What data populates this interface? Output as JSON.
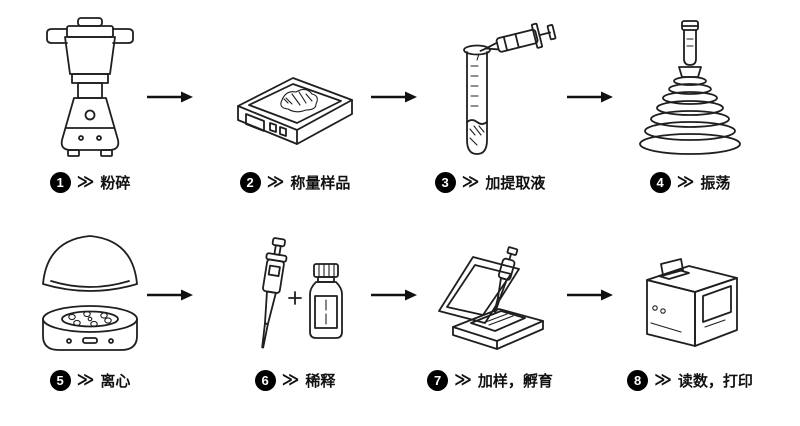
{
  "diagram": {
    "chevron": "≫",
    "steps": [
      {
        "number": "1",
        "label": "粉碎",
        "icon": "grinder"
      },
      {
        "number": "2",
        "label": "称量样品",
        "icon": "digital-scale"
      },
      {
        "number": "3",
        "label": "加提取液",
        "icon": "test-tube-dropper"
      },
      {
        "number": "4",
        "label": "振荡",
        "icon": "vortex-shaker"
      },
      {
        "number": "5",
        "label": "离心",
        "icon": "centrifuge"
      },
      {
        "number": "6",
        "label": "稀释",
        "icon": "pipette-and-bottle"
      },
      {
        "number": "7",
        "label": "加样，孵育",
        "icon": "incubator-plate"
      },
      {
        "number": "8",
        "label": "读数，打印",
        "icon": "reader-printer"
      }
    ],
    "colors": {
      "line": "#1f1f1f",
      "background": "#ffffff",
      "badge_bg": "#000000",
      "badge_text": "#ffffff"
    }
  }
}
